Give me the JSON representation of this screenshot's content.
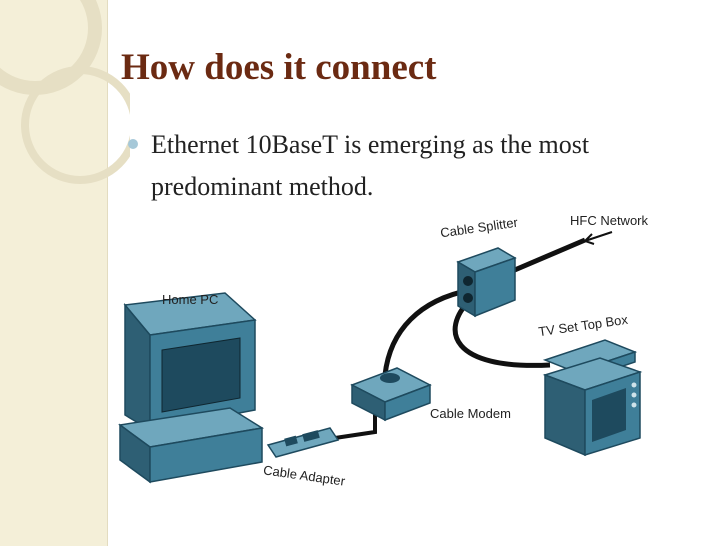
{
  "slide": {
    "title": "How does it connect",
    "bullet": "Ethernet 10BaseT is emerging as the most predominant method."
  },
  "diagram": {
    "labels": {
      "home_pc": "Home PC",
      "cable_splitter": "Cable Splitter",
      "hfc_network": "HFC Network",
      "tv_set_top_box": "TV Set Top Box",
      "cable_modem": "Cable Modem",
      "cable_adapter": "Cable Adapter"
    }
  },
  "colors": {
    "title": "#6b2a12",
    "device_fill": "#3f7f99",
    "device_dark": "#1e4a5e",
    "band": "#f4efd8"
  }
}
